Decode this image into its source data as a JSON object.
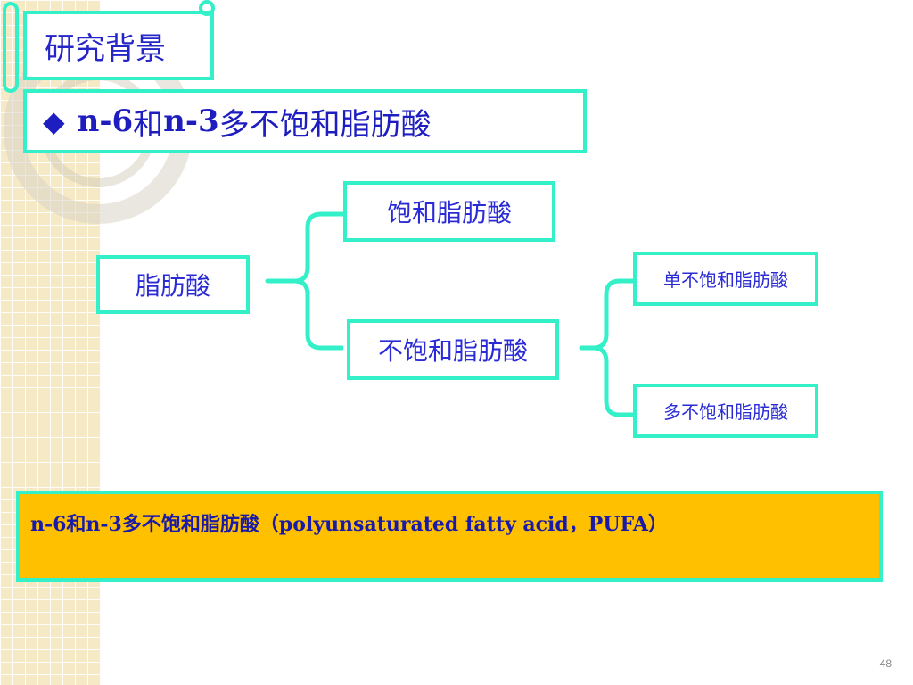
{
  "section_title": "研究背景",
  "heading": {
    "bullet": "◆",
    "prefix": "n-6",
    "and1": "和",
    "mid": "n-3",
    "suffix": "多不饱和脂肪酸"
  },
  "tree": {
    "root": "脂肪酸",
    "saturated": "饱和脂肪酸",
    "unsaturated": "不饱和脂肪酸",
    "mono": "单不饱和脂肪酸",
    "poly": "多不饱和脂肪酸"
  },
  "summary": "n-6和n-3多不饱和脂肪酸（polyunsaturated fatty acid，PUFA）",
  "page_number": "48",
  "colors": {
    "accent": "#33f0c8",
    "text": "#2b2bd6",
    "summary_bg": "#ffc000"
  }
}
